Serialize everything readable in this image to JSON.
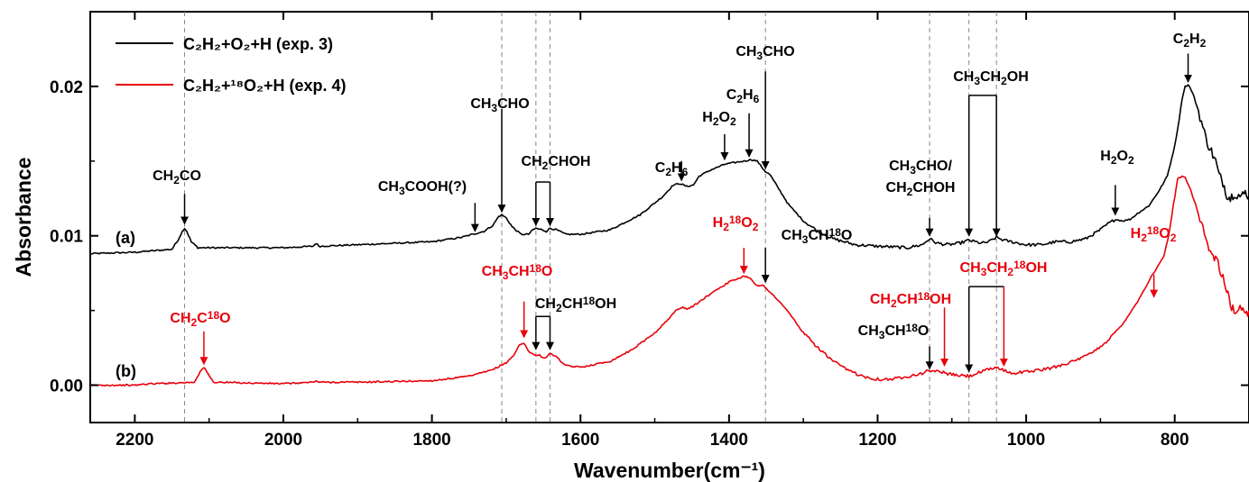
{
  "chart_data": {
    "type": "line",
    "xlabel": "Wavenumber(cm⁻¹)",
    "ylabel": "Absorbance",
    "xlim": [
      2260,
      700
    ],
    "ylim": [
      -0.0025,
      0.025
    ],
    "x_reversed": true,
    "grid": false,
    "legend": "top-left",
    "xticks": [
      2200,
      2000,
      1800,
      1600,
      1400,
      1200,
      1000,
      800
    ],
    "xtick_labels": [
      "2200",
      "2000",
      "1800",
      "1600",
      "1400",
      "1200",
      "1000",
      "800"
    ],
    "yticks": [
      0.0,
      0.01,
      0.02
    ],
    "ytick_labels": [
      "0.00",
      "0.01",
      "0.02"
    ],
    "reference_lines_x": [
      2133,
      1706,
      1660,
      1641,
      1351,
      1130,
      1077,
      1040
    ],
    "series": [
      {
        "name": "C₂H₂+O₂+H (exp. 3)",
        "color": "#000000",
        "curve_label": "(a)",
        "x": [
          2260,
          2200,
          2150,
          2142,
          2136,
          2133,
          2130,
          2124,
          2115,
          2000,
          1960,
          1956,
          1952,
          1900,
          1800,
          1760,
          1745,
          1730,
          1718,
          1710,
          1706,
          1700,
          1692,
          1680,
          1670,
          1664,
          1660,
          1652,
          1646,
          1641,
          1632,
          1620,
          1600,
          1560,
          1520,
          1490,
          1475,
          1466,
          1457,
          1448,
          1440,
          1425,
          1405,
          1380,
          1370,
          1362,
          1356,
          1351,
          1345,
          1335,
          1320,
          1300,
          1280,
          1260,
          1230,
          1200,
          1160,
          1140,
          1130,
          1120,
          1105,
          1090,
          1077,
          1060,
          1050,
          1040,
          1030,
          1000,
          980,
          960,
          940,
          920,
          900,
          890,
          880,
          870,
          860,
          850,
          835,
          820,
          810,
          800,
          794,
          790,
          786,
          782,
          778,
          774,
          766,
          758,
          745,
          740,
          735,
          730,
          725,
          720,
          710,
          705,
          700
        ],
        "y": [
          0.0088,
          0.0089,
          0.0091,
          0.0097,
          0.0103,
          0.0105,
          0.0103,
          0.0096,
          0.0092,
          0.0092,
          0.0093,
          0.0095,
          0.0093,
          0.0094,
          0.0096,
          0.0099,
          0.0101,
          0.0103,
          0.0107,
          0.0113,
          0.0114,
          0.0112,
          0.0106,
          0.0101,
          0.0101,
          0.0104,
          0.0105,
          0.0104,
          0.0103,
          0.0105,
          0.0104,
          0.0101,
          0.0101,
          0.0104,
          0.0114,
          0.0126,
          0.0134,
          0.0135,
          0.0133,
          0.0134,
          0.014,
          0.0144,
          0.0148,
          0.015,
          0.0151,
          0.015,
          0.0146,
          0.0143,
          0.0141,
          0.0133,
          0.0121,
          0.011,
          0.0103,
          0.0098,
          0.0094,
          0.0093,
          0.0092,
          0.0094,
          0.0098,
          0.0095,
          0.0094,
          0.0095,
          0.0097,
          0.0095,
          0.0096,
          0.0099,
          0.0097,
          0.0094,
          0.0094,
          0.0096,
          0.0096,
          0.0098,
          0.0104,
          0.0108,
          0.0111,
          0.011,
          0.0111,
          0.0115,
          0.012,
          0.0131,
          0.014,
          0.016,
          0.0178,
          0.0192,
          0.02,
          0.0201,
          0.0198,
          0.0193,
          0.018,
          0.0165,
          0.015,
          0.014,
          0.0136,
          0.0128,
          0.0125,
          0.0129,
          0.0126,
          0.0129,
          0.0127
        ]
      },
      {
        "name": "C₂H₂+¹⁸O₂+H (exp. 4)",
        "color": "#e8000b",
        "curve_label": "(b)",
        "x": [
          2260,
          2200,
          2180,
          2175,
          2120,
          2112,
          2107,
          2102,
          2094,
          2000,
          1960,
          1956,
          1952,
          1900,
          1800,
          1750,
          1720,
          1700,
          1690,
          1682,
          1676,
          1670,
          1662,
          1655,
          1648,
          1642,
          1635,
          1620,
          1600,
          1560,
          1530,
          1500,
          1480,
          1470,
          1462,
          1455,
          1445,
          1420,
          1400,
          1380,
          1372,
          1365,
          1360,
          1355,
          1350,
          1340,
          1320,
          1300,
          1280,
          1260,
          1240,
          1220,
          1200,
          1180,
          1160,
          1140,
          1130,
          1115,
          1100,
          1077,
          1060,
          1040,
          1030,
          1020,
          1000,
          970,
          950,
          930,
          910,
          890,
          870,
          850,
          840,
          830,
          822,
          815,
          808,
          802,
          796,
          790,
          786,
          782,
          778,
          774,
          766,
          760,
          754,
          750,
          745,
          740,
          735,
          730,
          725,
          720,
          710,
          705,
          700
        ],
        "y": [
          0.0,
          0.0,
          0.0001,
          0.0001,
          0.0002,
          0.0009,
          0.0012,
          0.0008,
          0.0002,
          0.0001,
          0.0002,
          0.0003,
          0.0002,
          0.0002,
          0.0003,
          0.0006,
          0.001,
          0.0015,
          0.002,
          0.0027,
          0.0028,
          0.0023,
          0.002,
          0.002,
          0.0018,
          0.0021,
          0.002,
          0.0013,
          0.0012,
          0.0016,
          0.0024,
          0.0035,
          0.0045,
          0.0051,
          0.0052,
          0.0051,
          0.0054,
          0.0063,
          0.0069,
          0.0073,
          0.0072,
          0.0068,
          0.0066,
          0.0067,
          0.0065,
          0.006,
          0.0049,
          0.0035,
          0.0025,
          0.0016,
          0.001,
          0.0006,
          0.0004,
          0.0004,
          0.0006,
          0.0008,
          0.001,
          0.0009,
          0.0007,
          0.0006,
          0.0009,
          0.0012,
          0.001,
          0.0008,
          0.0009,
          0.0011,
          0.0014,
          0.0017,
          0.0022,
          0.003,
          0.0041,
          0.0056,
          0.0065,
          0.0074,
          0.008,
          0.0086,
          0.01,
          0.012,
          0.0138,
          0.014,
          0.0139,
          0.0135,
          0.013,
          0.0124,
          0.0112,
          0.0102,
          0.009,
          0.0088,
          0.0085,
          0.0078,
          0.0072,
          0.0062,
          0.0055,
          0.005,
          0.005,
          0.0049,
          0.005
        ]
      }
    ],
    "annotations": [
      {
        "id": "ann-ch2co",
        "color": "#000000",
        "parts": [
          [
            "CH",
            ""
          ],
          [
            "2",
            "sub"
          ],
          [
            "CO",
            ""
          ]
        ],
        "arrow": {
          "x": 2133,
          "y_from": 0.0128,
          "y_to": 0.0108
        }
      },
      {
        "id": "ann-ch3cooh",
        "color": "#000000",
        "parts": [
          [
            "CH",
            ""
          ],
          [
            "3",
            "sub"
          ],
          [
            "COOH(?)",
            ""
          ]
        ],
        "arrow": {
          "x": 1742,
          "y_from": 0.0122,
          "y_to": 0.0103
        }
      },
      {
        "id": "ann-ch3cho-a1",
        "color": "#000000",
        "parts": [
          [
            "CH",
            ""
          ],
          [
            "3",
            "sub"
          ],
          [
            "CHO",
            ""
          ]
        ],
        "arrow": {
          "x": 1706,
          "y_from": 0.0185,
          "y_to": 0.0116
        }
      },
      {
        "id": "ann-ch2choh-a",
        "color": "#000000",
        "parts": [
          [
            "CH",
            ""
          ],
          [
            "2",
            "sub"
          ],
          [
            "CHOH",
            ""
          ]
        ],
        "bracket": {
          "x1": 1660,
          "x2": 1641,
          "y_top": 0.0136,
          "y_to": 0.0107
        }
      },
      {
        "id": "ann-c2h6-a1",
        "color": "#000000",
        "parts": [
          [
            "C",
            ""
          ],
          [
            "2",
            "sub"
          ],
          [
            "H",
            ""
          ],
          [
            "6",
            "sub"
          ]
        ],
        "arrow": {
          "x": 1464,
          "y_from": 0.015,
          "y_to": 0.0137
        }
      },
      {
        "id": "ann-h2o2-a1",
        "color": "#000000",
        "parts": [
          [
            "H",
            ""
          ],
          [
            "2",
            "sub"
          ],
          [
            "O",
            ""
          ],
          [
            "2",
            "sub"
          ]
        ],
        "arrow": {
          "x": 1406,
          "y_from": 0.0168,
          "y_to": 0.0151
        }
      },
      {
        "id": "ann-c2h6-a2",
        "color": "#000000",
        "parts": [
          [
            "C",
            ""
          ],
          [
            "2",
            "sub"
          ],
          [
            "H",
            ""
          ],
          [
            "6",
            "sub"
          ]
        ],
        "arrow": {
          "x": 1373,
          "y_from": 0.0182,
          "y_to": 0.0153
        }
      },
      {
        "id": "ann-ch3cho-a2",
        "color": "#000000",
        "parts": [
          [
            "CH",
            ""
          ],
          [
            "3",
            "sub"
          ],
          [
            "CHO",
            ""
          ]
        ],
        "arrow": {
          "x": 1351,
          "y_from": 0.021,
          "y_to": 0.0145
        }
      },
      {
        "id": "ann-ch3cho-ch2choh",
        "color": "#000000",
        "parts": [
          [
            "CH",
            ""
          ],
          [
            "3",
            "sub"
          ],
          [
            "CHO/",
            ""
          ],
          [
            "\n",
            ""
          ],
          [
            "CH",
            ""
          ],
          [
            "2",
            "sub"
          ],
          [
            "CHOH",
            ""
          ]
        ],
        "arrow": {
          "x": 1130,
          "y_from": 0.0112,
          "y_to": 0.01
        }
      },
      {
        "id": "ann-ch3ch2oh-a",
        "color": "#000000",
        "parts": [
          [
            "CH",
            ""
          ],
          [
            "3",
            "sub"
          ],
          [
            "CH",
            ""
          ],
          [
            "2",
            "sub"
          ],
          [
            "OH",
            ""
          ]
        ],
        "bracket": {
          "x1": 1077,
          "x2": 1040,
          "y_top": 0.0194,
          "y_to": 0.01
        }
      },
      {
        "id": "ann-h2o2-a2",
        "color": "#000000",
        "parts": [
          [
            "H",
            ""
          ],
          [
            "2",
            "sub"
          ],
          [
            "O",
            ""
          ],
          [
            "2",
            "sub"
          ]
        ],
        "arrow": {
          "x": 880,
          "y_from": 0.0134,
          "y_to": 0.0114
        }
      },
      {
        "id": "ann-c2h2",
        "color": "#000000",
        "parts": [
          [
            "C",
            ""
          ],
          [
            "2",
            "sub"
          ],
          [
            "H",
            ""
          ],
          [
            "2",
            "sub"
          ]
        ],
        "arrow": {
          "x": 782,
          "y_from": 0.0222,
          "y_to": 0.0203
        }
      },
      {
        "id": "ann-ch2c18o",
        "color": "#e8000b",
        "parts": [
          [
            "CH",
            ""
          ],
          [
            "2",
            "sub"
          ],
          [
            "C",
            ""
          ],
          [
            "18",
            "sup"
          ],
          [
            "O",
            ""
          ]
        ],
        "arrow": {
          "x": 2107,
          "y_from": 0.0036,
          "y_to": 0.0014
        }
      },
      {
        "id": "ann-ch3ch18o-b1",
        "color": "#e8000b",
        "parts": [
          [
            "CH",
            ""
          ],
          [
            "3",
            "sub"
          ],
          [
            "CH",
            ""
          ],
          [
            "18",
            "sup"
          ],
          [
            "O",
            ""
          ]
        ],
        "arrow": {
          "x": 1676,
          "y_from": 0.0056,
          "y_to": 0.0032
        }
      },
      {
        "id": "ann-ch2ch18oh-b1",
        "color": "#000000",
        "parts": [
          [
            "CH",
            ""
          ],
          [
            "2",
            "sub"
          ],
          [
            "CH",
            ""
          ],
          [
            "18",
            "sup"
          ],
          [
            "OH",
            ""
          ]
        ],
        "bracket": {
          "x1": 1660,
          "x2": 1641,
          "y_top": 0.0046,
          "y_to": 0.0024
        }
      },
      {
        "id": "ann-h218o2-b1",
        "color": "#e8000b",
        "parts": [
          [
            "H",
            ""
          ],
          [
            "2",
            "sub"
          ],
          [
            "",
            ""
          ],
          [
            "18",
            "sup"
          ],
          [
            "O",
            ""
          ],
          [
            "2",
            "sub"
          ]
        ],
        "arrow": {
          "x": 1380,
          "y_from": 0.0092,
          "y_to": 0.0075
        }
      },
      {
        "id": "ann-ch3ch18o-b2",
        "color": "#000000",
        "parts": [
          [
            "CH",
            ""
          ],
          [
            "3",
            "sub"
          ],
          [
            "CH",
            ""
          ],
          [
            "18",
            "sup"
          ],
          [
            "O",
            ""
          ]
        ],
        "arrow": {
          "x": 1351,
          "y_from": 0.0092,
          "y_to": 0.0069
        }
      },
      {
        "id": "ann-ch2ch18oh-b2",
        "color": "#e8000b",
        "parts": [
          [
            "CH",
            ""
          ],
          [
            "2",
            "sub"
          ],
          [
            "CH",
            ""
          ],
          [
            "18",
            "sup"
          ],
          [
            "OH",
            ""
          ]
        ],
        "arrow": {
          "x": 1110,
          "y_from": 0.0052,
          "y_to": 0.0013
        }
      },
      {
        "id": "ann-ch3ch18o-b3",
        "color": "#000000",
        "parts": [
          [
            "CH",
            ""
          ],
          [
            "3",
            "sub"
          ],
          [
            "CH",
            ""
          ],
          [
            "18",
            "sup"
          ],
          [
            "O",
            ""
          ]
        ],
        "arrow": {
          "x": 1130,
          "y_from": 0.0026,
          "y_to": 0.0011
        }
      },
      {
        "id": "ann-ch3ch218oh-b",
        "color": "#e8000b",
        "parts": [
          [
            "CH",
            ""
          ],
          [
            "3",
            "sub"
          ],
          [
            "CH",
            ""
          ],
          [
            "2",
            "sub"
          ],
          [
            "",
            ""
          ],
          [
            "18",
            "sup"
          ],
          [
            "OH",
            ""
          ]
        ],
        "bracket_mixed": {
          "x1": 1077,
          "x2": 1030,
          "y_top": 0.0066,
          "y_to1": 0.0009,
          "y_to2": 0.0013
        }
      },
      {
        "id": "ann-h218o2-b2",
        "color": "#e8000b",
        "parts": [
          [
            "H",
            ""
          ],
          [
            "2",
            "sub"
          ],
          [
            "",
            ""
          ],
          [
            "18",
            "sup"
          ],
          [
            "O",
            ""
          ],
          [
            "2",
            "sub"
          ]
        ],
        "arrow": {
          "x": 828,
          "y_from": 0.0074,
          "y_to": 0.0059
        }
      }
    ]
  }
}
